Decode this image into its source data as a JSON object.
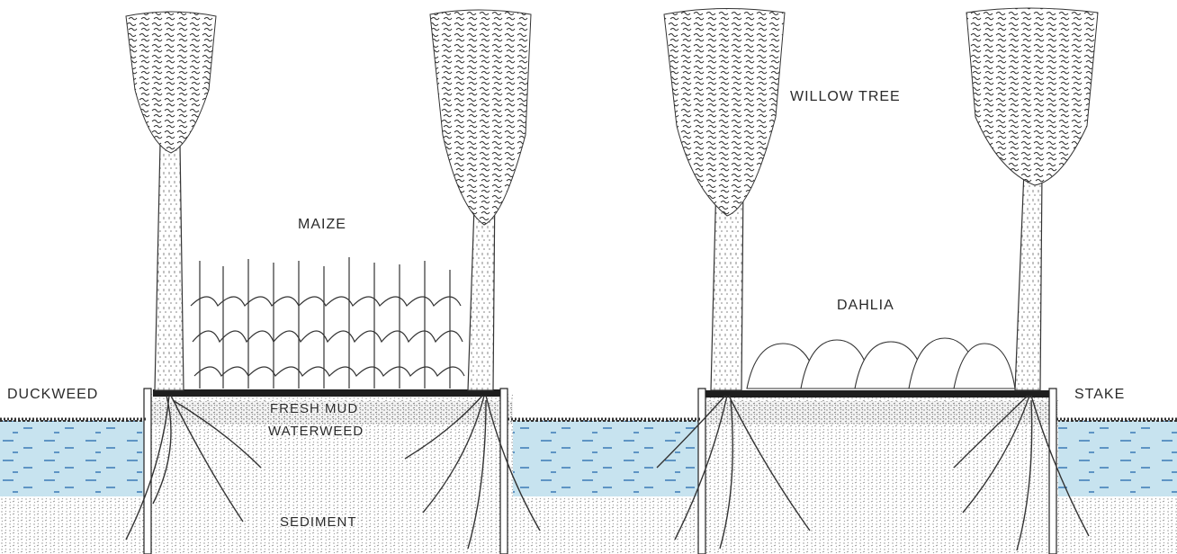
{
  "labels": {
    "maize": "MAIZE",
    "willow_tree": "WILLOW TREE",
    "dahlia": "DAHLIA",
    "duckweed": "DUCKWEED",
    "stake": "STAKE",
    "fresh_mud": "FRESH MUD",
    "waterweed": "WATERWEED",
    "sediment": "SEDIMENT"
  },
  "colors": {
    "water": "#c7e3ef",
    "water_dash": "#3b79b6",
    "soil_stipple": "#7a7a7a",
    "mud_band": "#1e1e1e",
    "ink": "#2a2a2a"
  }
}
